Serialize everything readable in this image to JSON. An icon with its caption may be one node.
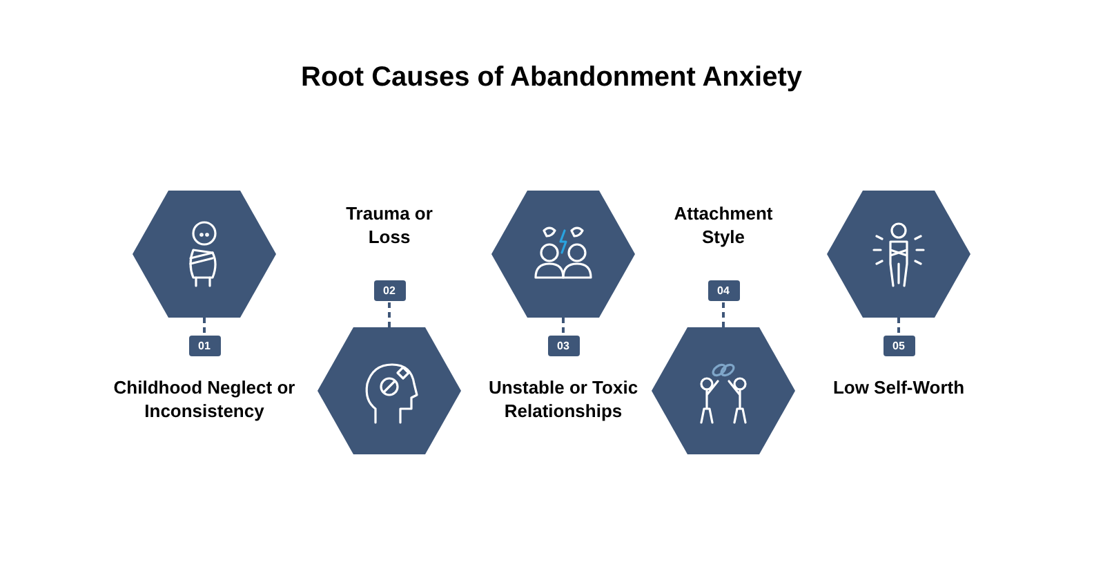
{
  "diagram": {
    "title": "Root Causes of Abandonment Anxiety",
    "nodes": [
      {
        "text": [],
        "shape": "picture"
      },
      {
        "text": [
          "01"
        ],
        "beside": [
          "Childhood Neglect or Inconsistency"
        ]
      },
      {
        "text": [],
        "shape": "picture"
      },
      {
        "text": [
          "02"
        ],
        "beside": [
          "Trauma or Loss"
        ]
      },
      {
        "text": [],
        "shape": "picture"
      },
      {
        "text": [
          "03"
        ],
        "beside": [
          "Unstable or Toxic Relationships"
        ]
      },
      {
        "text": [],
        "shape": "picture"
      },
      {
        "text": [
          "04"
        ],
        "beside": [
          "Attachment Style"
        ]
      },
      {
        "text": [],
        "shape": "picture"
      },
      {
        "text": [
          "05"
        ],
        "beside": [
          "Low Self-Worth"
        ]
      }
    ],
    "edges": [
      {
        "from": 0,
        "to": 1,
        "arrow": "none",
        "style": "dashed"
      },
      {
        "from": 2,
        "to": 3,
        "arrow": "none",
        "style": "dashed"
      },
      {
        "from": 4,
        "to": 5,
        "arrow": "none",
        "style": "dashed"
      },
      {
        "from": 6,
        "to": 7,
        "arrow": "none",
        "style": "dashed"
      },
      {
        "from": 8,
        "to": 9,
        "arrow": "none",
        "style": "dashed"
      }
    ]
  }
}
